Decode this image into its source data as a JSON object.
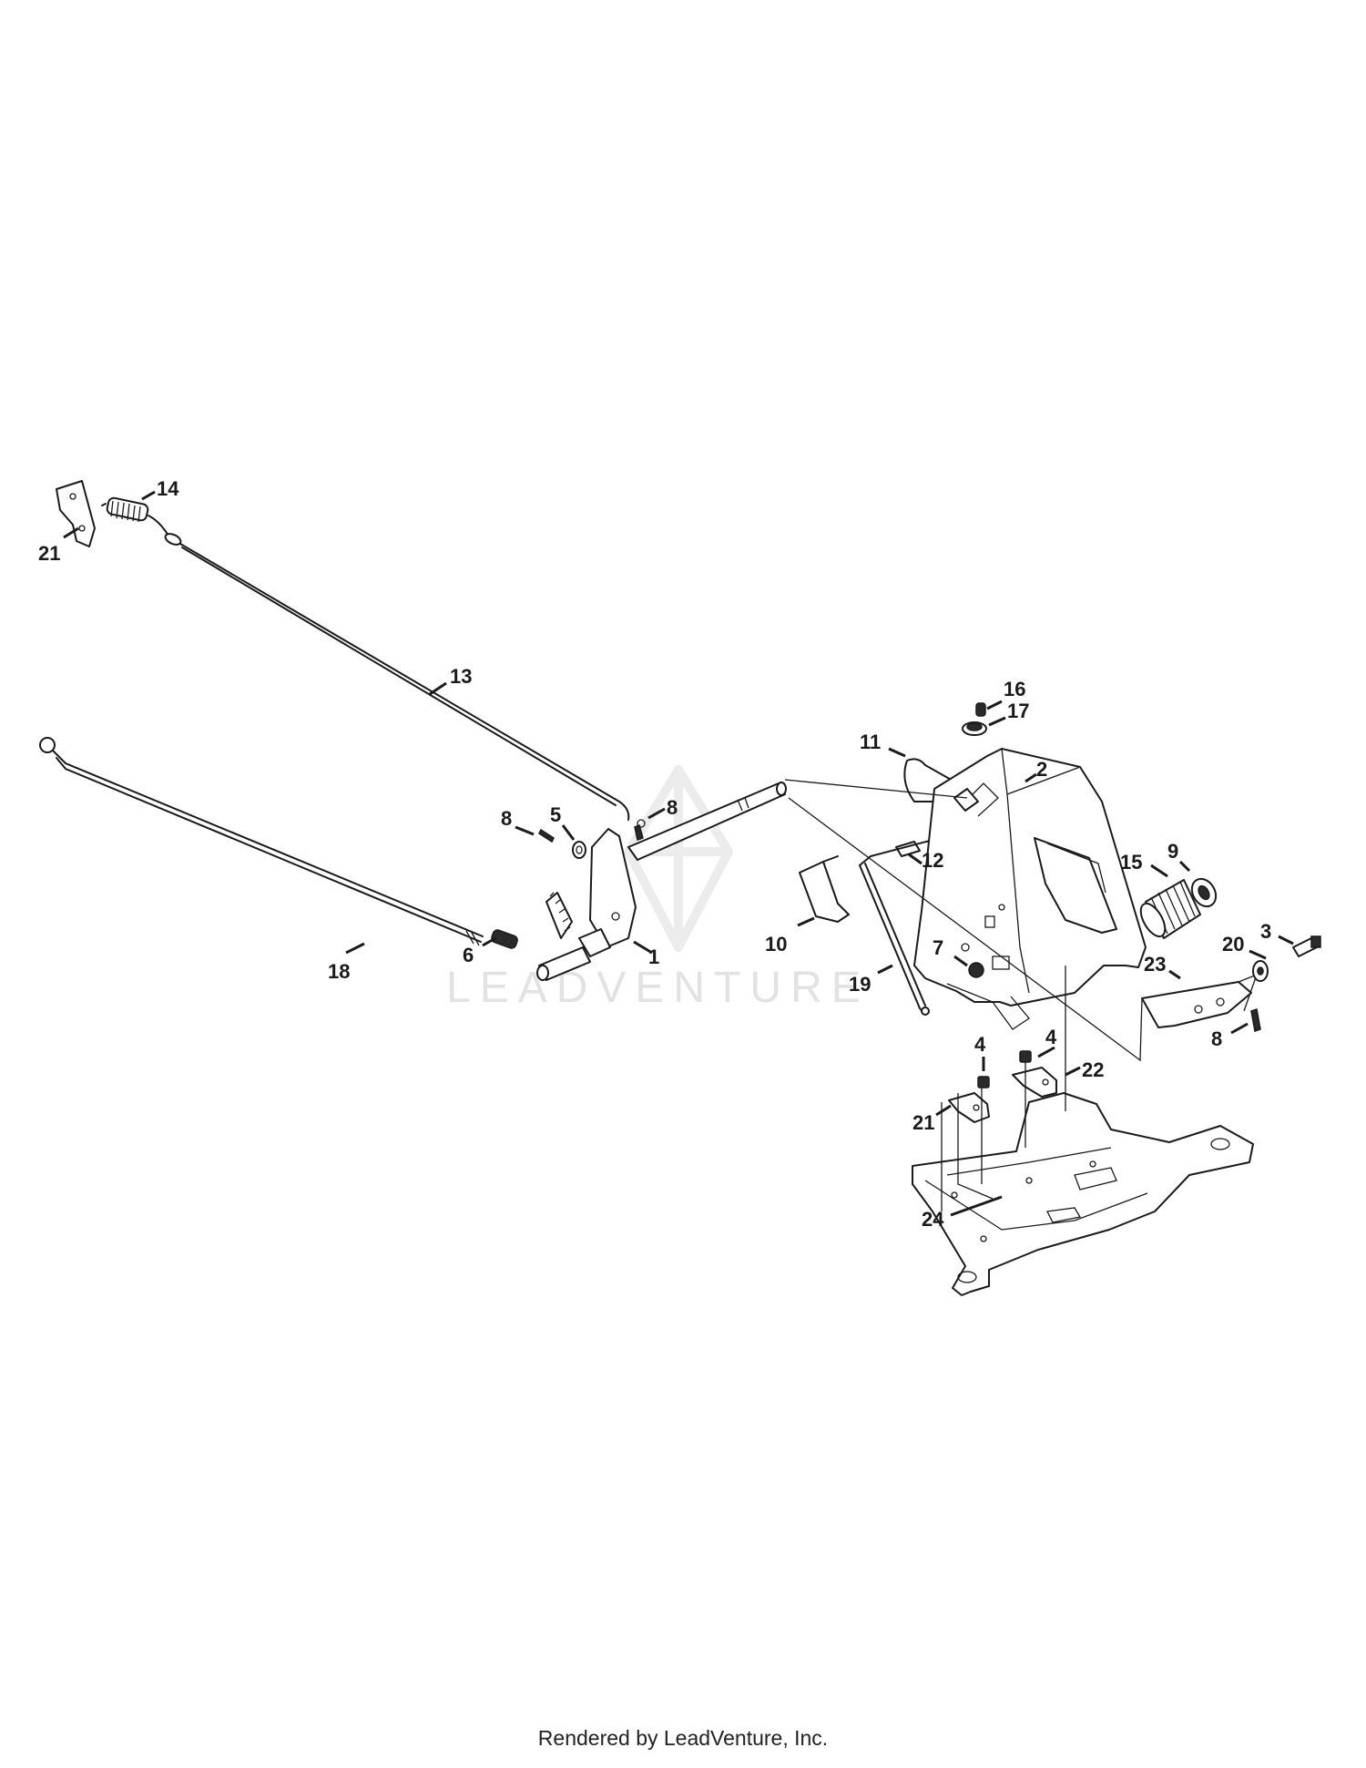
{
  "callouts": [
    {
      "id": "c1",
      "label": "1"
    },
    {
      "id": "c2",
      "label": "2"
    },
    {
      "id": "c3",
      "label": "3"
    },
    {
      "id": "c4a",
      "label": "4"
    },
    {
      "id": "c4b",
      "label": "4"
    },
    {
      "id": "c5",
      "label": "5"
    },
    {
      "id": "c6",
      "label": "6"
    },
    {
      "id": "c7",
      "label": "7"
    },
    {
      "id": "c8a",
      "label": "8"
    },
    {
      "id": "c8b",
      "label": "8"
    },
    {
      "id": "c8c",
      "label": "8"
    },
    {
      "id": "c9",
      "label": "9"
    },
    {
      "id": "c10",
      "label": "10"
    },
    {
      "id": "c11",
      "label": "11"
    },
    {
      "id": "c12",
      "label": "12"
    },
    {
      "id": "c13",
      "label": "13"
    },
    {
      "id": "c14",
      "label": "14"
    },
    {
      "id": "c15",
      "label": "15"
    },
    {
      "id": "c16",
      "label": "16"
    },
    {
      "id": "c17",
      "label": "17"
    },
    {
      "id": "c18",
      "label": "18"
    },
    {
      "id": "c19",
      "label": "19"
    },
    {
      "id": "c20",
      "label": "20"
    },
    {
      "id": "c21a",
      "label": "21"
    },
    {
      "id": "c21b",
      "label": "21"
    },
    {
      "id": "c22",
      "label": "22"
    },
    {
      "id": "c23",
      "label": "23"
    },
    {
      "id": "c24",
      "label": "24"
    }
  ],
  "watermark": "LEADVENTURE",
  "footer": "Rendered by LeadVenture, Inc."
}
